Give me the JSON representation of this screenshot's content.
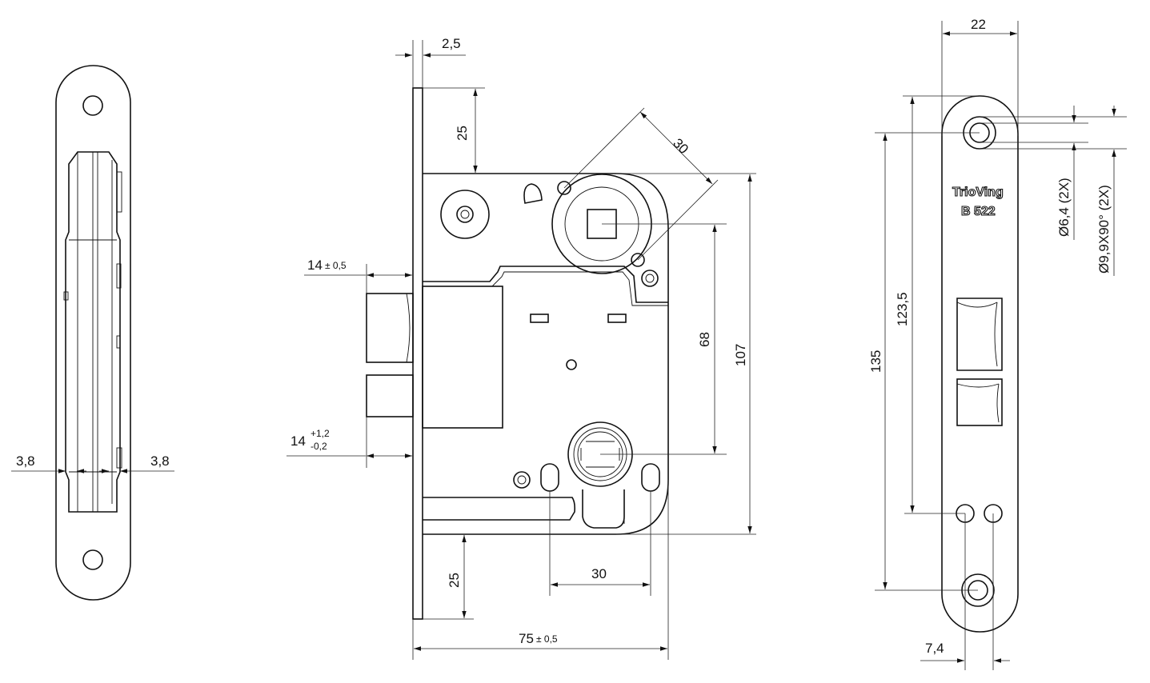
{
  "side_view": {
    "dims": {
      "left": "3,8",
      "right": "3,8"
    }
  },
  "front_view": {
    "dims": {
      "top_thickness": "2,5",
      "top_offset": "25",
      "bottom_offset": "25",
      "angle_dist": "30",
      "spindle_to_cyl": "68",
      "case_height": "107",
      "cyl_to_hole": "30",
      "latch_proj": "14",
      "latch_tol": "± 0,5",
      "bolt_proj": "14",
      "bolt_tol_upper": "+1,2",
      "bolt_tol_lower": "-0,2",
      "backset": "75",
      "backset_tol": "± 0,5"
    }
  },
  "faceplate_view": {
    "brand": "TrioVing",
    "model": "B 522",
    "dims": {
      "width": "22",
      "hole_pitch": "123,5",
      "plate_height": "135",
      "hole_dia": "Ø6,4  (2X)",
      "countersink": "Ø9,9X90°  (2X)",
      "hole_spacing": "7,4"
    }
  }
}
